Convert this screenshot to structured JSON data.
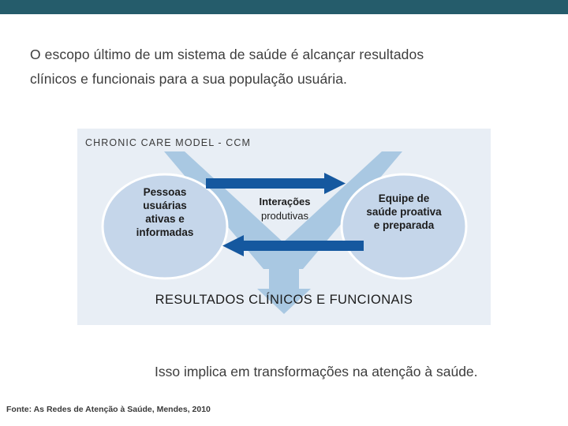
{
  "slide": {
    "accent_color": "#255c6b",
    "background_color": "#ffffff",
    "intro_line1": "O escopo último de um sistema de saúde é alcançar resultados",
    "intro_line2": "clínicos e funcionais para a sua população usuária.",
    "closing_text": "Isso implica em transformações na atenção à saúde.",
    "source_text": "Fonte: As Redes de Atenção à Saúde, Mendes, 2010"
  },
  "diagram": {
    "title": "CHRONIC CARE MODEL - CCM",
    "panel_color": "#e8eef5",
    "ellipse_fill": "#c5d6ea",
    "ellipse_stroke": "#ffffff",
    "light_arrow_color": "#a9c8e2",
    "dark_arrow_color": "#15589f",
    "left_node": {
      "line1": "Pessoas",
      "line2": "usuárias",
      "line3": "ativas e",
      "line4": "informadas"
    },
    "right_node": {
      "line1": "Equipe de",
      "line2": "saúde proativa",
      "line3": "e preparada"
    },
    "center_node": {
      "line1": "Interações",
      "line2": "produtivas"
    },
    "outcome": "RESULTADOS CLÍNICOS E FUNCIONAIS"
  }
}
